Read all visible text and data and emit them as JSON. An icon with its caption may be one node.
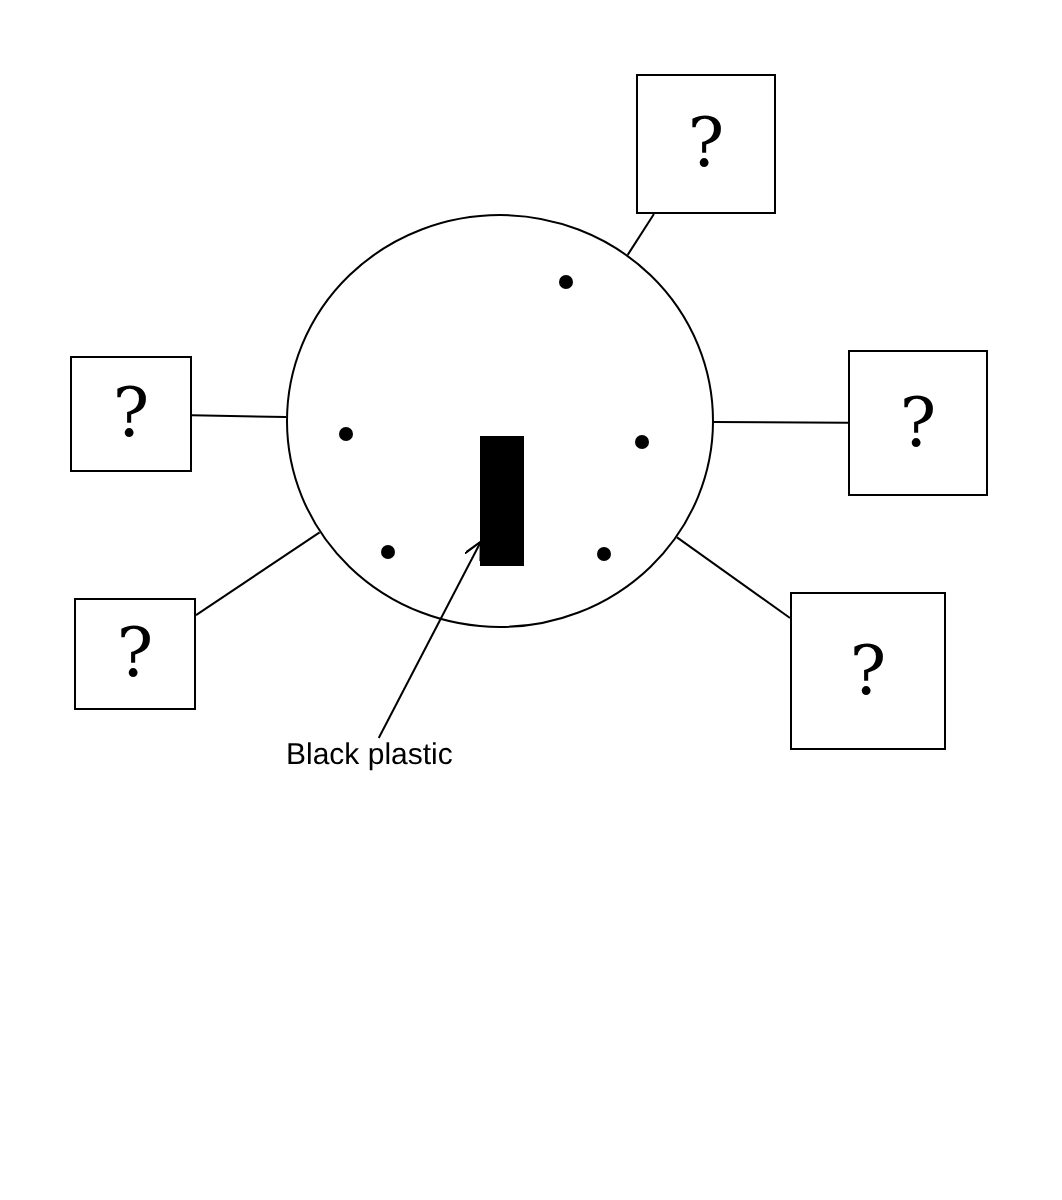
{
  "diagram": {
    "nodes": [
      {
        "text": [
          "?"
        ]
      },
      {
        "text": [],
        "shape": "circle"
      },
      {
        "text": [],
        "shape": "bar",
        "in": 1
      },
      {
        "text": [
          "?"
        ]
      },
      {
        "text": [
          "?"
        ]
      },
      {
        "text": [
          "?"
        ]
      },
      {
        "text": [
          "?"
        ]
      },
      {
        "text": [
          "Black plastic"
        ]
      }
    ],
    "edges": [
      {
        "from": 0,
        "to": 1,
        "arrow": "none"
      },
      {
        "from": 4,
        "to": 1,
        "arrow": "none"
      },
      {
        "from": 3,
        "to": 1,
        "arrow": "none"
      },
      {
        "from": 5,
        "to": 1,
        "arrow": "none"
      },
      {
        "from": 6,
        "to": 1,
        "arrow": "none"
      },
      {
        "from": 7,
        "to": 2,
        "arrow": "to"
      }
    ]
  }
}
